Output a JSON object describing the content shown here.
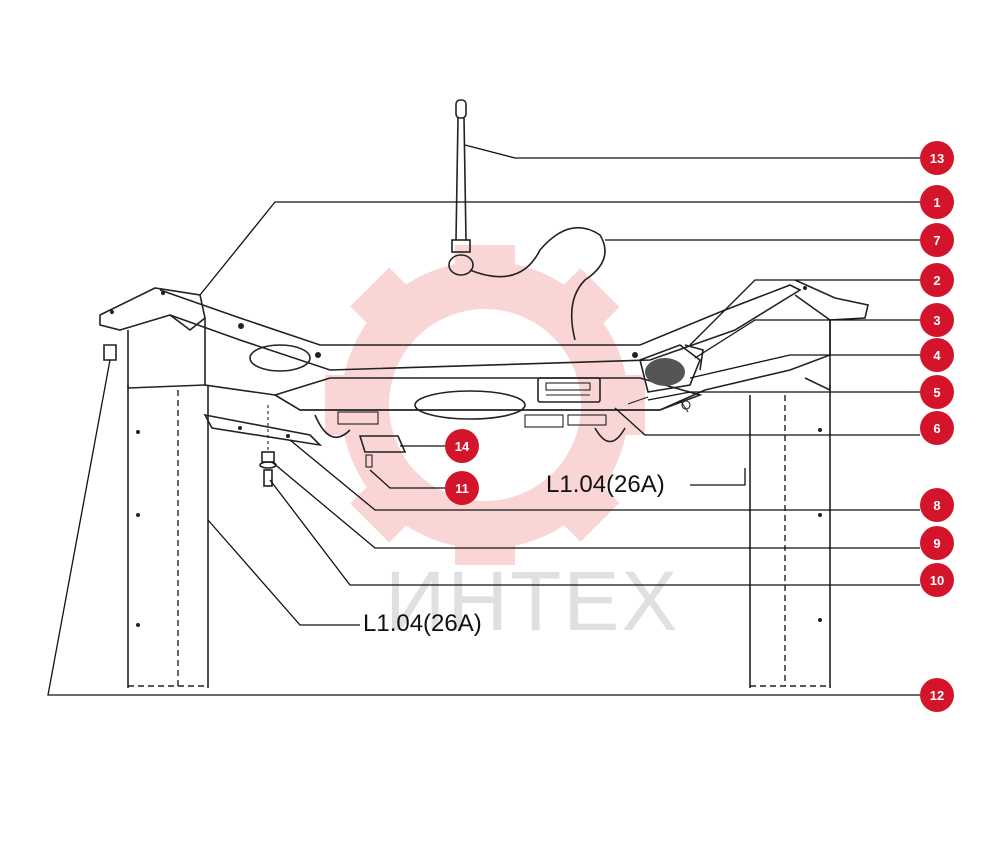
{
  "watermark": {
    "text": "ИНТЕХ",
    "color": "#f29a9a"
  },
  "callouts": [
    "13",
    "1",
    "7",
    "2",
    "3",
    "4",
    "5",
    "6",
    "14",
    "11",
    "8",
    "9",
    "10",
    "12"
  ],
  "references": [
    "L1.04(26A)",
    "L1.04(26A)"
  ],
  "colors": {
    "badge": "#d4142a",
    "line": "#222222"
  }
}
